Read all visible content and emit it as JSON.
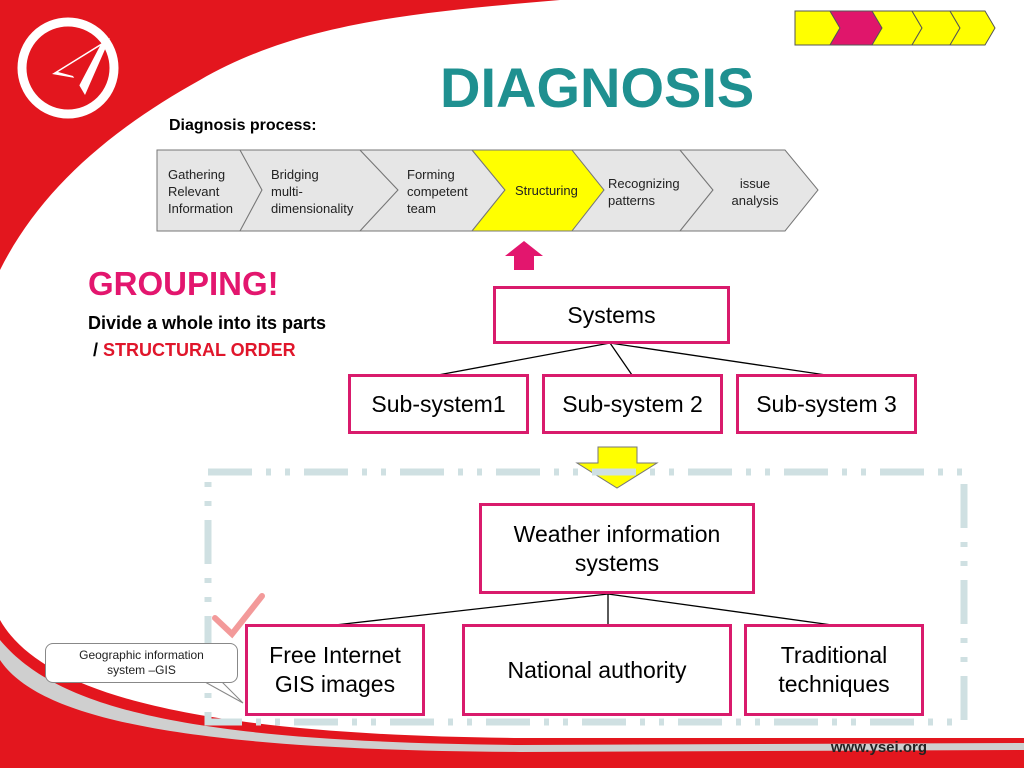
{
  "title": "DIAGNOSIS",
  "process": {
    "label": "Diagnosis process:",
    "steps": [
      {
        "label": "Gathering\nRelevant\nInformation",
        "active": false
      },
      {
        "label": "Bridging\nmulti-\ndimensionality",
        "active": false
      },
      {
        "label": "Forming\ncompetent\nteam",
        "active": false
      },
      {
        "label": "Structuring",
        "active": true
      },
      {
        "label": "Recognizing\npatterns",
        "active": false
      },
      {
        "label": "issue\nanalysis",
        "active": false
      }
    ]
  },
  "grouping": {
    "heading": "GROUPING!",
    "line1": "Divide a whole into its parts",
    "line2_prefix": " / ",
    "line2_highlight": "STRUCTURAL ORDER"
  },
  "hierarchy1": {
    "root": "Systems",
    "children": [
      "Sub-system1",
      "Sub-system 2",
      "Sub-system 3"
    ]
  },
  "hierarchy2": {
    "root": "Weather information\nsystems",
    "children": [
      "Free Internet\nGIS images",
      "National authority",
      "Traditional\ntechniques"
    ]
  },
  "callout": "Geographic information\nsystem –GIS",
  "footer": "www.ysei.org",
  "colors": {
    "accent_red": "#e3161e",
    "magenta": "#d91b6c",
    "teal": "#1f9090",
    "yellow": "#ffff00",
    "dashed": "#cfe0e2"
  }
}
